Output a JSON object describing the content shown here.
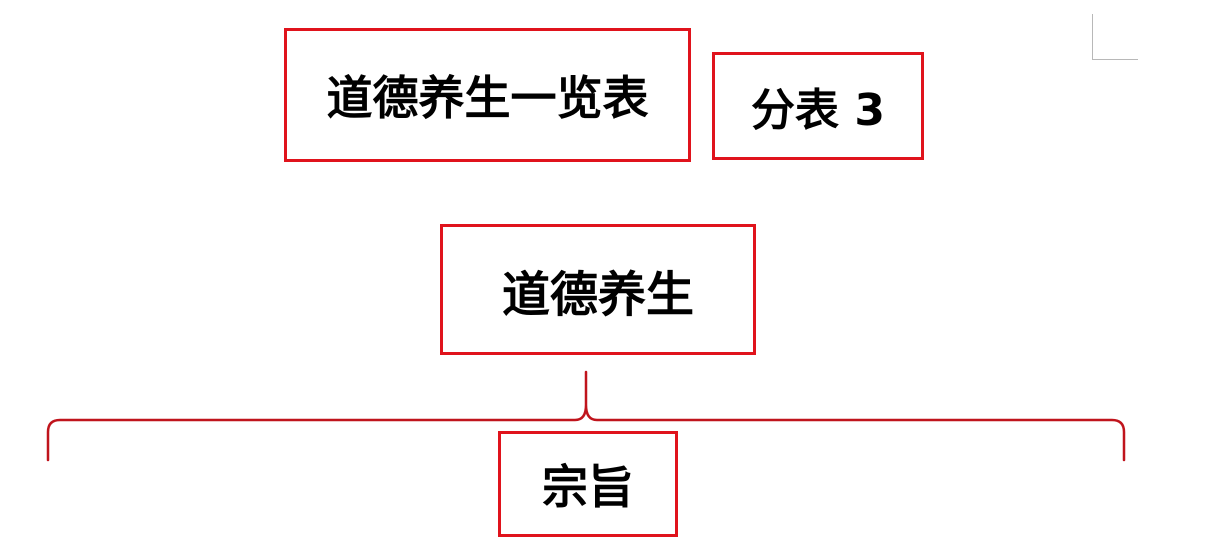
{
  "diagram": {
    "title_box": {
      "text": "道德养生一览表"
    },
    "subtable_box": {
      "text": "分表 3"
    },
    "center_box": {
      "text": "道德养生"
    },
    "purpose_box": {
      "text": "宗旨"
    },
    "colors": {
      "box_border": "#e0131c",
      "brace": "#c0141c",
      "text": "#000000",
      "page_margin_mark": "#b8b8b8"
    }
  }
}
